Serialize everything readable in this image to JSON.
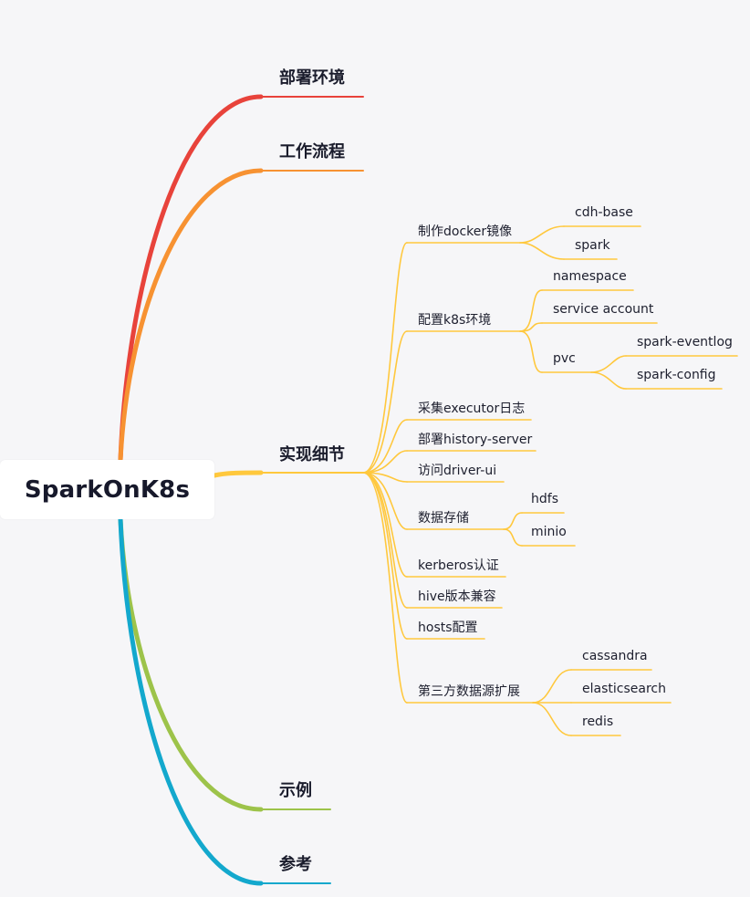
{
  "root": {
    "label": "SparkOnK8s"
  },
  "colors": {
    "deploy": "#e8433b",
    "workflow": "#f79232",
    "impl": "#ffc83d",
    "example": "#9dc34a",
    "refs": "#13a8cd"
  },
  "branches": {
    "deploy": {
      "label": "部署环境"
    },
    "workflow": {
      "label": "工作流程"
    },
    "impl": {
      "label": "实现细节",
      "docker": {
        "label": "制作docker镜像",
        "cdh_base": "cdh-base",
        "spark": "spark"
      },
      "k8s": {
        "label": "配置k8s环境",
        "namespace": "namespace",
        "service_account": "service account",
        "pvc": {
          "label": "pvc",
          "eventlog": "spark-eventlog",
          "config": "spark-config"
        }
      },
      "executor_log": "采集executor日志",
      "history_server": "部署history-server",
      "driver_ui": "访问driver-ui",
      "storage": {
        "label": "数据存储",
        "hdfs": "hdfs",
        "minio": "minio"
      },
      "kerberos": "kerberos认证",
      "hive": "hive版本兼容",
      "hosts": "hosts配置",
      "thirdparty": {
        "label": "第三方数据源扩展",
        "cassandra": "cassandra",
        "elasticsearch": "elasticsearch",
        "redis": "redis"
      }
    },
    "example": {
      "label": "示例"
    },
    "refs": {
      "label": "参考"
    }
  }
}
